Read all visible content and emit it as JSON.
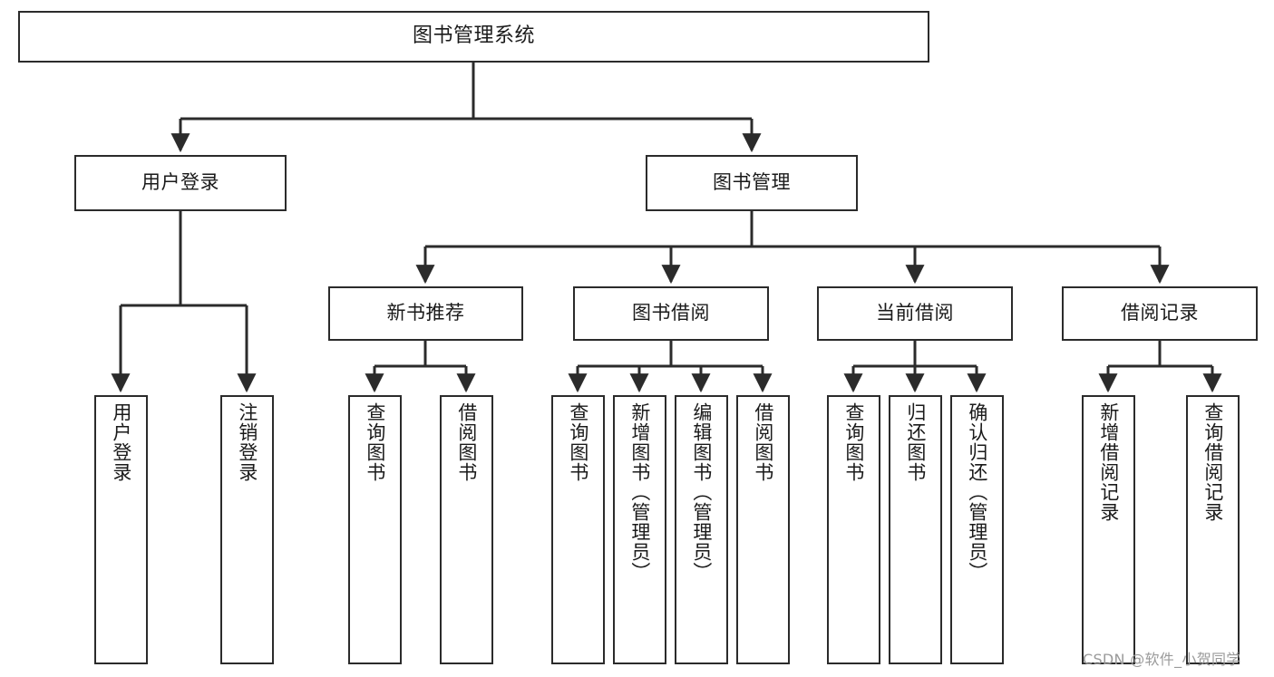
{
  "diagram": {
    "title": "图书管理系统",
    "type": "tree-hierarchy-diagram",
    "colors": {
      "box_border": "#2b2b2b",
      "box_fill": "#ffffff",
      "edge": "#2b2b2b",
      "background": "#ffffff",
      "watermark": "#9a9a9a"
    },
    "nodes": {
      "root": "图书管理系统",
      "user_login": "用户登录",
      "book_manage": "图书管理",
      "new_book_rec": "新书推荐",
      "book_borrow": "图书借阅",
      "current_borrow": "当前借阅",
      "borrow_record": "借阅记录",
      "leaf_user_login": "用户登录",
      "leaf_logout": "注销登录",
      "leaf_query_book_1": "查询图书",
      "leaf_borrow_book_1": "借阅图书",
      "leaf_query_book_2": "查询图书",
      "leaf_add_book_admin": "新增图书（管理员）",
      "leaf_edit_book_admin": "编辑图书（管理员）",
      "leaf_borrow_book_2": "借阅图书",
      "leaf_query_book_3": "查询图书",
      "leaf_return_book": "归还图书",
      "leaf_confirm_return_admin": "确认归还（管理员）",
      "leaf_add_record": "新增借阅记录",
      "leaf_query_record": "查询借阅记录"
    }
  },
  "watermark": {
    "text": "CSDN @软件_小贺同学"
  }
}
